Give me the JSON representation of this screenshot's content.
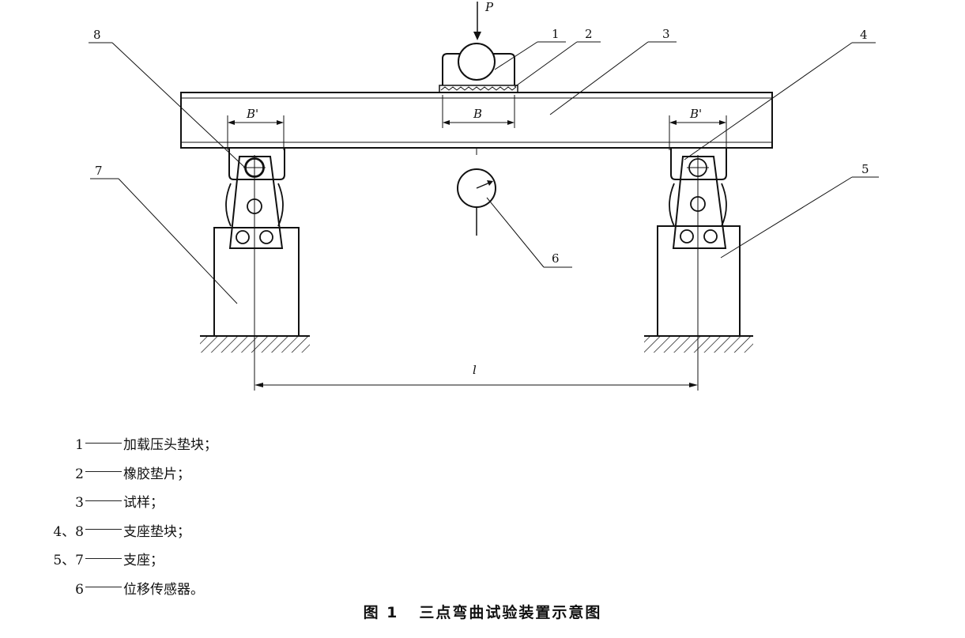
{
  "diagram": {
    "load_label": "P",
    "pad_width_label": "B",
    "support_pad_width_label": "B'",
    "span_label": "l",
    "callouts": [
      "1",
      "2",
      "3",
      "4",
      "5",
      "6",
      "7",
      "8"
    ]
  },
  "legend": [
    {
      "num": "1",
      "text": "加载压头垫块；"
    },
    {
      "num": "2",
      "text": "橡胶垫片；"
    },
    {
      "num": "3",
      "text": "试样；"
    },
    {
      "num": "4、8",
      "text": "支座垫块；"
    },
    {
      "num": "5、7",
      "text": "支座；"
    },
    {
      "num": "6",
      "text": "位移传感器。"
    }
  ],
  "caption": {
    "number": "图 1",
    "title": "三点弯曲试验装置示意图"
  }
}
